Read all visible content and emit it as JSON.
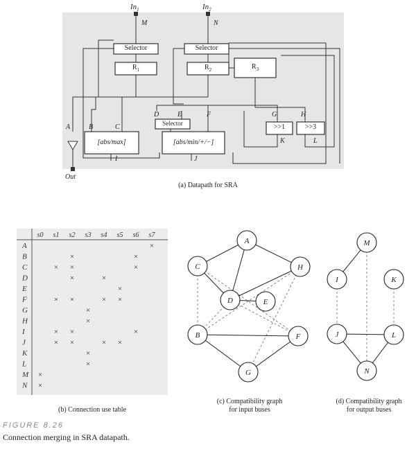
{
  "datapath": {
    "inputs": [
      "In1",
      "In2"
    ],
    "bus_letters": {
      "M": "M",
      "N": "N",
      "A": "A",
      "B": "B",
      "C": "C",
      "D": "D",
      "E": "E",
      "F": "F",
      "G": "G",
      "H": "H",
      "I": "I",
      "J": "J",
      "K": "K",
      "L": "L"
    },
    "selector_label": "Selector",
    "registers": [
      "R1",
      "R2",
      "R3"
    ],
    "unit_absmax": "[abs/max]",
    "unit_absmin": "[abs/min/+/−]",
    "shift1": ">>1",
    "shift3": ">>3",
    "out_label": "Out",
    "caption": "(a)  Datapath for SRA"
  },
  "table": {
    "states": [
      "s0",
      "s1",
      "s2",
      "s3",
      "s4",
      "s5",
      "s6",
      "s7"
    ],
    "rows": [
      {
        "label": "A",
        "marks": [
          7
        ]
      },
      {
        "label": "B",
        "marks": [
          2,
          6
        ]
      },
      {
        "label": "C",
        "marks": [
          1,
          2,
          6
        ]
      },
      {
        "label": "D",
        "marks": [
          2,
          4
        ]
      },
      {
        "label": "E",
        "marks": [
          5
        ]
      },
      {
        "label": "F",
        "marks": [
          1,
          2,
          4,
          5
        ]
      },
      {
        "label": "G",
        "marks": [
          3
        ]
      },
      {
        "label": "H",
        "marks": [
          3
        ]
      },
      {
        "label": "I",
        "marks": [
          1,
          2,
          6
        ]
      },
      {
        "label": "J",
        "marks": [
          1,
          2,
          4,
          5
        ]
      },
      {
        "label": "K",
        "marks": [
          3
        ]
      },
      {
        "label": "L",
        "marks": [
          3
        ]
      },
      {
        "label": "M",
        "marks": [
          0
        ]
      },
      {
        "label": "N",
        "marks": [
          0
        ]
      }
    ],
    "mark": "×",
    "caption": "(b) Connection use table"
  },
  "graph_input": {
    "nodes": [
      "A",
      "C",
      "H",
      "D",
      "E",
      "B",
      "F",
      "G"
    ],
    "solid_edges": [
      [
        "A",
        "C"
      ],
      [
        "A",
        "D"
      ],
      [
        "A",
        "H"
      ],
      [
        "C",
        "D"
      ],
      [
        "D",
        "H"
      ],
      [
        "D",
        "E"
      ],
      [
        "B",
        "F"
      ],
      [
        "B",
        "G"
      ],
      [
        "G",
        "F"
      ]
    ],
    "dashed_edges": [
      [
        "C",
        "B"
      ],
      [
        "C",
        "F"
      ],
      [
        "D",
        "B"
      ],
      [
        "D",
        "F"
      ],
      [
        "H",
        "G"
      ],
      [
        "H",
        "B"
      ]
    ],
    "caption_line1": "(c)  Compatibility graph",
    "caption_line2": "for input buses"
  },
  "graph_output": {
    "nodes": [
      "M",
      "I",
      "K",
      "J",
      "L",
      "N"
    ],
    "solid_edges": [
      [
        "M",
        "I"
      ],
      [
        "J",
        "L"
      ],
      [
        "J",
        "N"
      ],
      [
        "L",
        "N"
      ]
    ],
    "dashed_edges": [
      [
        "I",
        "J"
      ],
      [
        "K",
        "L"
      ],
      [
        "M",
        "N"
      ]
    ],
    "caption_line1": "(d)  Compatibility graph",
    "caption_line2": "for output buses"
  },
  "figure": {
    "label": "FIGURE  8.26",
    "title": "Connection merging in SRA datapath."
  }
}
